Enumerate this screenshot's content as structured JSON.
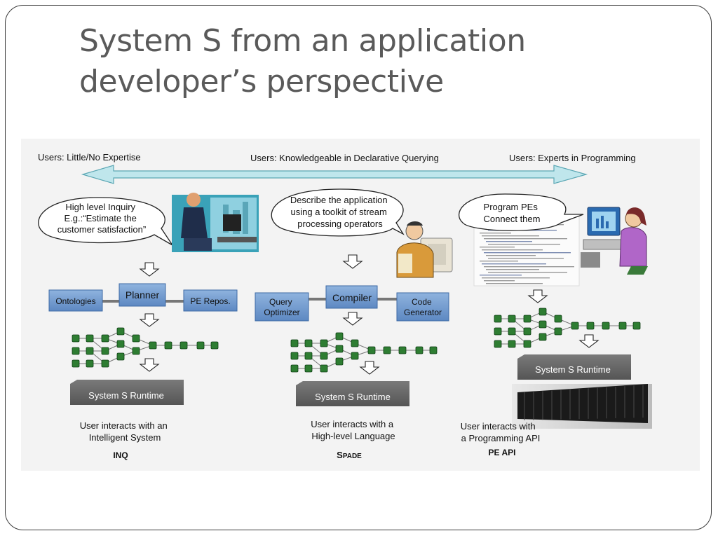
{
  "title": {
    "line1": "System S from an application",
    "line2": "developer’s perspective"
  },
  "spectrum": {
    "left": "Users: Little/No Expertise",
    "center": "Users: Knowledgeable in Declarative Querying",
    "right": "Users: Experts in Programming"
  },
  "left": {
    "bubble": [
      "High level Inquiry",
      "E.g.:“Estimate the",
      "customer satisfaction”"
    ],
    "center_box": "Planner",
    "left_box": "Ontologies",
    "right_box": "PE Repos.",
    "runtime": "System S Runtime",
    "caption": [
      "User interacts with an",
      "Intelligent System"
    ],
    "name": "INQ"
  },
  "middle": {
    "bubble": [
      "Describe the application",
      "using a toolkit of stream",
      "processing operators"
    ],
    "center_box": "Compiler",
    "left_box": [
      "Query",
      "Optimizer"
    ],
    "right_box": [
      "Code",
      "Generator"
    ],
    "runtime": "System S Runtime",
    "caption": [
      "User interacts with a",
      "High-level Language"
    ],
    "name_first": "S",
    "name_rest": "PADE"
  },
  "right": {
    "bubble": [
      "Program PEs",
      "Connect them"
    ],
    "runtime": "System S Runtime",
    "caption": [
      "User interacts with",
      "a Programming API"
    ],
    "name": "PE API"
  },
  "colors": {
    "title": "#5a5a5a",
    "arrow_fill": "#bfe6ec",
    "box_blue": "#6f9ad0",
    "runtime_box": "#6a6a6a",
    "node_green": "#2e7d32"
  }
}
